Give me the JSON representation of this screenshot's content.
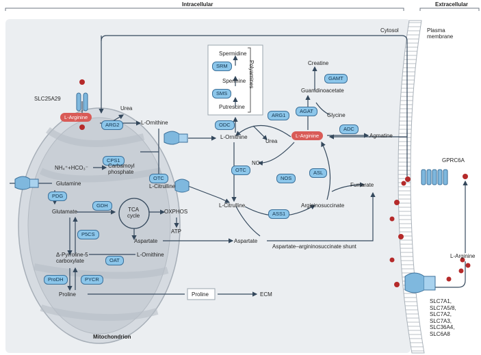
{
  "headers": {
    "intracellular": "Intracellular",
    "extracellular": "Extracellular"
  },
  "regions": {
    "cytosol": "Cytosol",
    "plasma_membrane": "Plasma\nmembrane",
    "mitochondrion": "Mitochondrion",
    "polyamines": "Polyamines"
  },
  "transporters": {
    "slc25a29": "SLC25A29",
    "gprc6a": "GPRC6A",
    "slc7_list": "SLC7A1,\nSLC7A5/8,\nSLC7A2,\nSLC7A3,\nSLC36A4,\nSLC6A8"
  },
  "mito": {
    "arginine": "L-Arginine",
    "urea": "Urea",
    "ornithine": "L-Ornithine",
    "nh4": "NH₄⁺+HCO₃⁻",
    "carbamoyl": "Carbamoyl\nphosphate",
    "glutamine": "Glutamine",
    "glutamate": "Glutamate",
    "tca": "TCA\ncycle",
    "oxphos": "OXPHOS",
    "atp": "ATP",
    "citrulline": "L-Citrulline",
    "aspartate": "Aspartate",
    "p5c": "Δ-Pyrroline-5\ncarboxylate",
    "ornithine2": "L-Ornithine",
    "proline": "Proline"
  },
  "cyto": {
    "spermidine": "Spermidine",
    "spermine": "Spermine",
    "putrescine": "Putrescine",
    "ornithine": "L-Ornithine",
    "urea": "Urea",
    "arginine": "L-Arginine",
    "agmatine": "Agmatine",
    "creatine": "Creatine",
    "guanidinoacetate": "Guanidinoacetate",
    "glycine": "Glycine",
    "no": "NO",
    "fumarate": "Fumarate",
    "citrulline": "L-Citrulline",
    "argininosuccinate": "Argininosuccinate",
    "aspartate": "Aspartate",
    "shunt": "Aspartate–argininosuccinate shunt",
    "proline": "Proline",
    "ecm": "ECM"
  },
  "extra": {
    "arginine": "L-Arginine"
  },
  "enzymes": {
    "arg2": "ARG2",
    "cps1": "CPS1",
    "otc_mito": "OTC",
    "pdg": "PDG",
    "gdh": "GDH",
    "p5cs": "P5CS",
    "oat": "OAT",
    "prodh": "ProDH",
    "pycr": "PYCR",
    "srm": "SRM",
    "sms": "SMS",
    "odc": "ODC",
    "arg1": "ARG1",
    "agat": "AGAT",
    "gamt": "GAMT",
    "adc": "ADC",
    "otc": "OTC",
    "nos": "NOS",
    "asl": "ASL",
    "ass1": "ASS1"
  },
  "colors": {
    "cytosol": "#ebeef1",
    "mito_outer": "#d6dbe1",
    "mito_inner": "#c3cad2",
    "enzyme": "#8cc6ea",
    "arginine": "#d95b57",
    "arrow": "#34485c",
    "transporter": "#7fb8de"
  }
}
